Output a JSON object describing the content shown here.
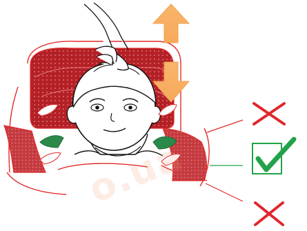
{
  "illustration": {
    "description_label": "",
    "watermark": "o.ua",
    "colors": {
      "outline_red": "#e02a2a",
      "seat_dark_red": "#b32025",
      "seat_pink_pattern": "#f2b1b4",
      "arrow_orange": "#f6b56d",
      "belt_guide_green": "#2b8a4a",
      "check_green": "#22a24a",
      "cross_red": "#e0262d",
      "hand_skin": "#ffffff",
      "line": "#111111"
    },
    "icons": [
      "hand-icon",
      "up-down-arrow-icon",
      "child-face-icon",
      "headrest-icon",
      "belt-guide-icon",
      "checkmark-icon",
      "cross-icon"
    ],
    "status_marks": [
      {
        "state": "incorrect",
        "icon": "cross-icon"
      },
      {
        "state": "correct",
        "icon": "checkmark-icon"
      },
      {
        "state": "incorrect",
        "icon": "cross-icon"
      }
    ]
  }
}
